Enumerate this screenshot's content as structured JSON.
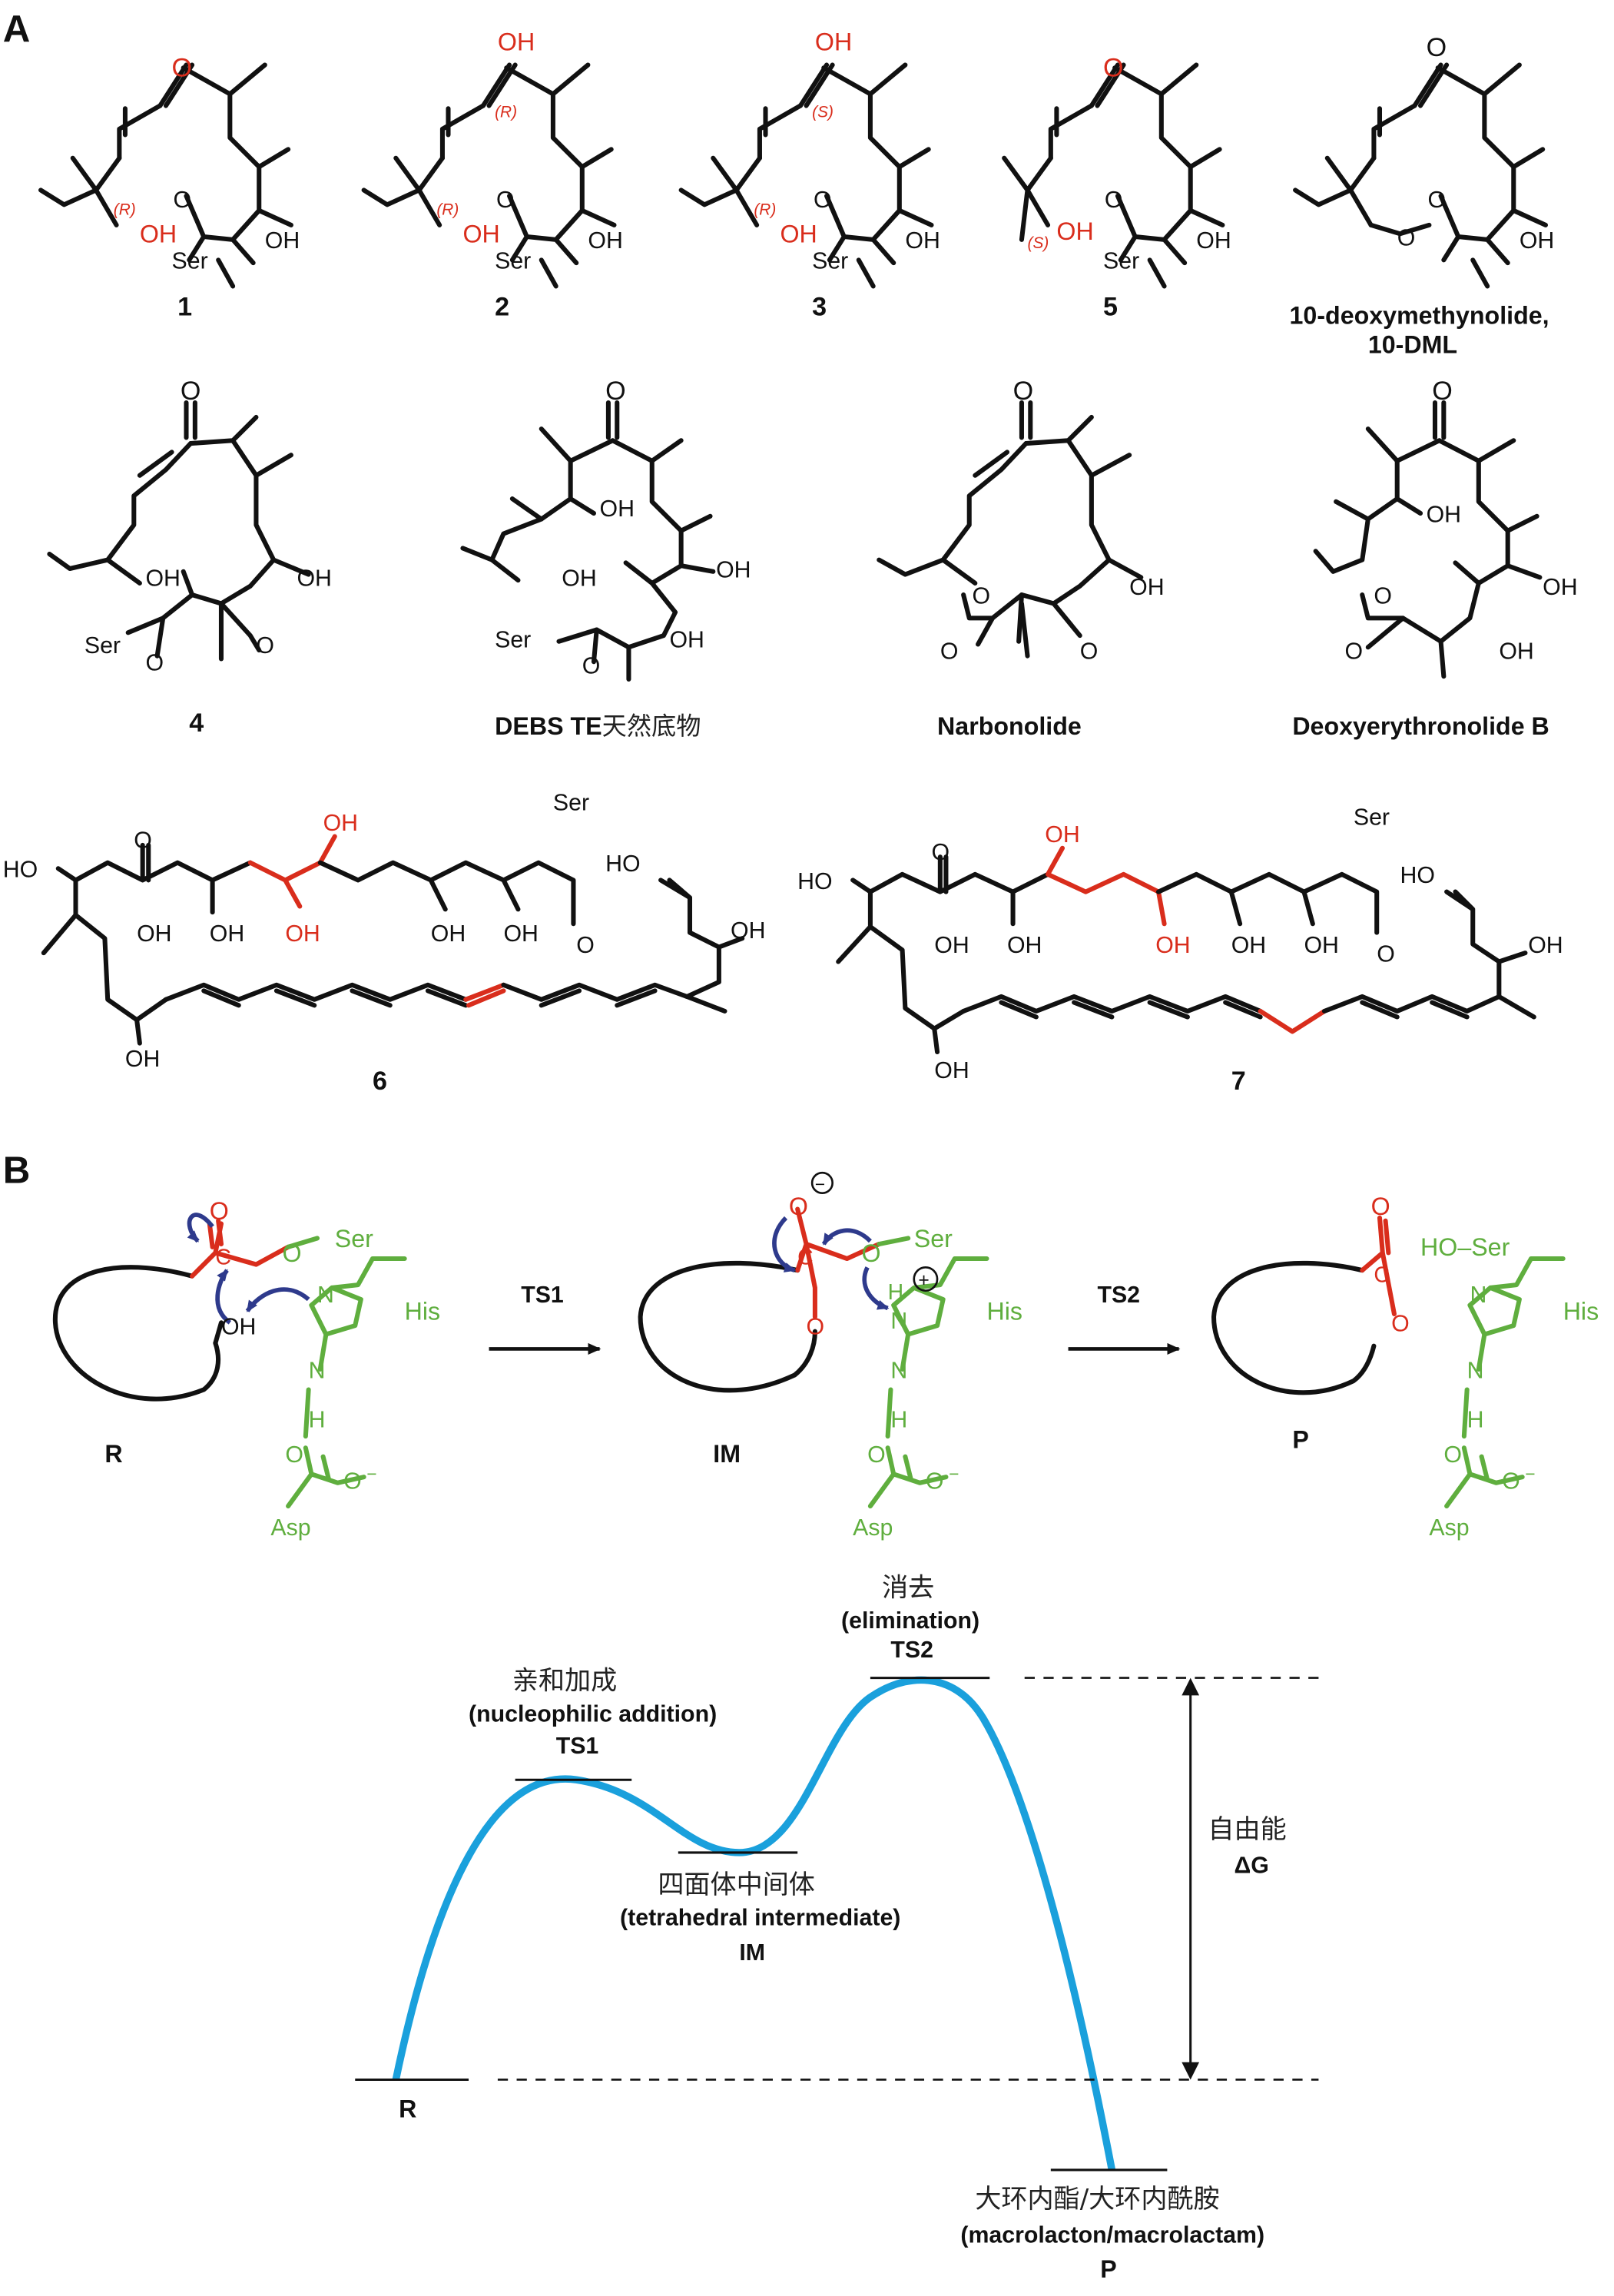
{
  "panels": {
    "a": "A",
    "b": "B"
  },
  "compounds": {
    "c1": "1",
    "c2": "2",
    "c3": "3",
    "c5": "5",
    "dml_line1": "10-deoxymethynolide,",
    "dml_line2": "10-DML",
    "c4": "4",
    "debs_prefix": "DEBS TE",
    "debs_suffix": "天然底物",
    "narbonolide": "Narbonolide",
    "deb": "Deoxyerythronolide B",
    "c6": "6",
    "c7": "7"
  },
  "atoms": {
    "O": "O",
    "OH": "OH",
    "HO": "HO",
    "Ser": "Ser",
    "His": "His",
    "Asp": "Asp",
    "N": "N",
    "H": "H",
    "C": "C",
    "HO_Ser": "HO–Ser",
    "R_stereo": "(R)",
    "S_stereo": "(S)",
    "minus": "−",
    "plus": "+"
  },
  "scheme": {
    "R": "R",
    "IM": "IM",
    "P": "P",
    "TS1": "TS1",
    "TS2": "TS2"
  },
  "energy": {
    "ts1_cn": "亲和加成",
    "ts1_en": "(nucleophilic addition)",
    "ts1": "TS1",
    "ts2_cn": "消去",
    "ts2_en": "(elimination)",
    "ts2": "TS2",
    "im_cn": "四面体中间体",
    "im_en": "(tetrahedral intermediate)",
    "im": "IM",
    "dg_cn": "自由能",
    "dg": "ΔG",
    "r": "R",
    "p_cn": "大环内酯/大环内酰胺",
    "p_en": "(macrolacton/macrolactam)",
    "p": "P"
  },
  "colors": {
    "highlight": "#d92d1c",
    "enzyme": "#5fae3e",
    "curve": "#1aa0dc",
    "arrow": "#2e3a8c"
  }
}
